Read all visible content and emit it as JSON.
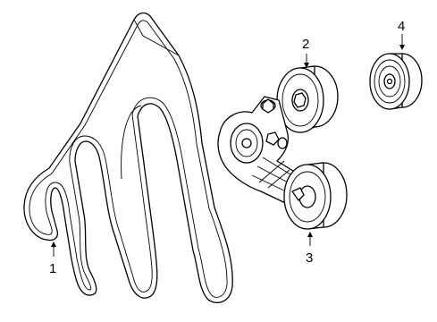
{
  "callouts": [
    {
      "number": "1",
      "part": "belt"
    },
    {
      "number": "2",
      "part": "idler-pulley"
    },
    {
      "number": "3",
      "part": "tensioner"
    },
    {
      "number": "4",
      "part": "idler-pulley"
    }
  ]
}
